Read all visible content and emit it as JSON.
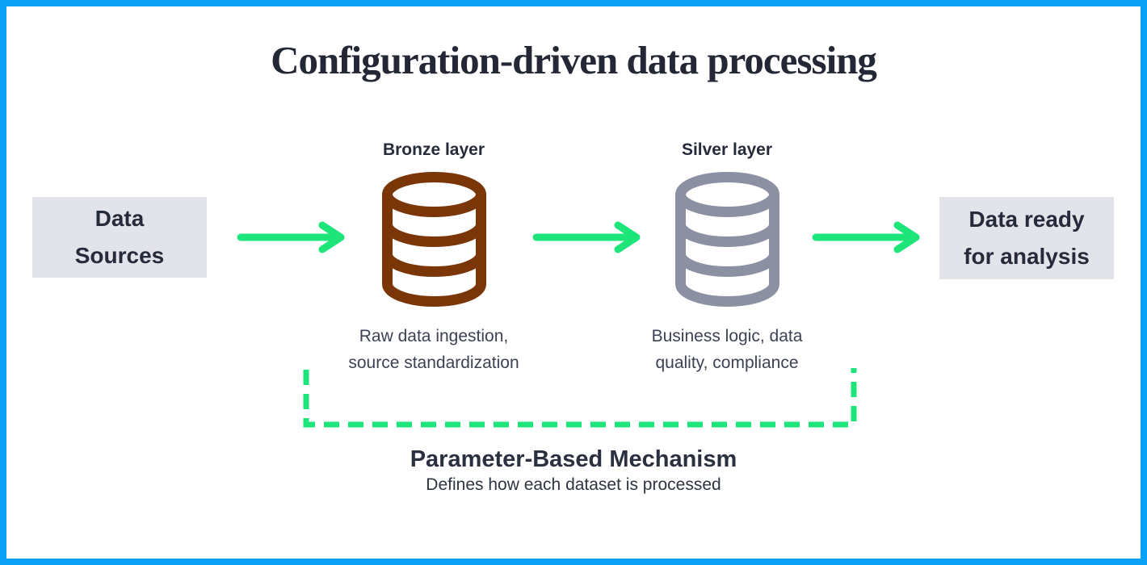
{
  "title": "Configuration-driven data processing",
  "flow": {
    "source_box": {
      "lines": [
        "Data",
        "Sources"
      ]
    },
    "bronze": {
      "label": "Bronze layer",
      "icon": "database-icon",
      "caption_lines": [
        "Raw data ingestion,",
        "source standardization"
      ]
    },
    "silver": {
      "label": "Silver layer",
      "icon": "database-icon",
      "caption_lines": [
        "Business logic, data",
        "quality, compliance"
      ]
    },
    "result_box": {
      "lines": [
        "Data ready",
        "for analysis"
      ]
    }
  },
  "mechanism": {
    "title": "Parameter-Based Mechanism",
    "subtitle": "Defines how each dataset is processed"
  },
  "colors": {
    "border_blue": "#0aa1f6",
    "arrow_green": "#1de57a",
    "box_gray": "#e3e4e9",
    "text_dark": "#262b3b",
    "text_muted": "#3c4254",
    "bronze": "#7b3608",
    "silver": "#8b90a2"
  }
}
